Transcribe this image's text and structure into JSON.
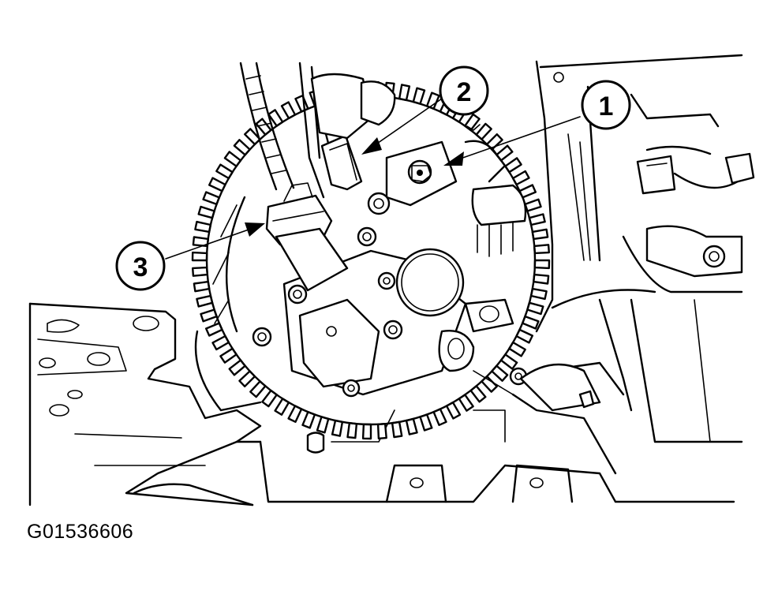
{
  "figure": {
    "code": "G01536606"
  },
  "callouts": [
    {
      "number": "1",
      "target": "alternator-mounting-nut"
    },
    {
      "number": "2",
      "target": "small-electrical-connector"
    },
    {
      "number": "3",
      "target": "main-electrical-connector"
    }
  ],
  "colors": {
    "line": "#000000",
    "background": "#ffffff"
  }
}
